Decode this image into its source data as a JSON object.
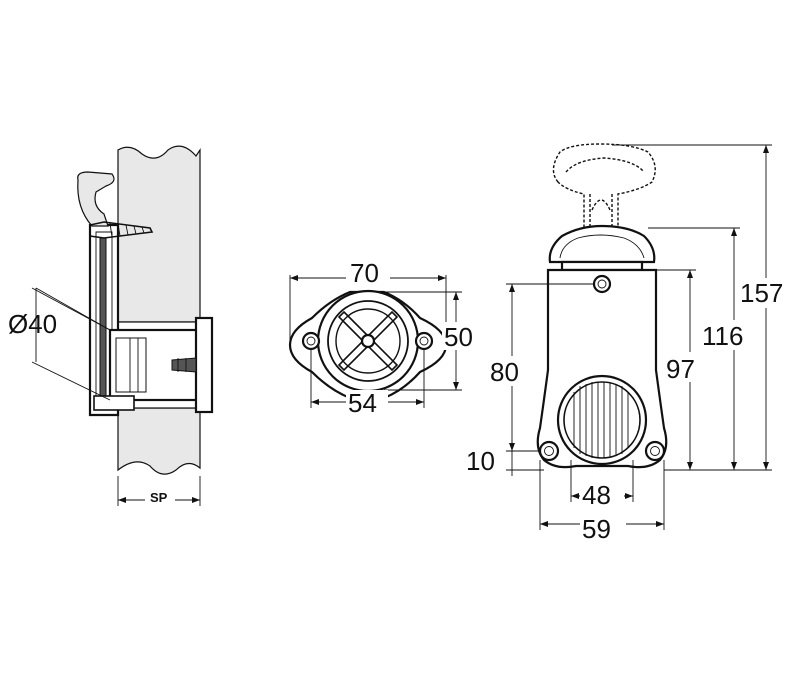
{
  "dimensions": {
    "side_diameter": "Ø40",
    "side_thickness": "SP",
    "flange_width": "70",
    "flange_height": "50",
    "flange_hole_spacing": "54",
    "front_total_height": "157",
    "front_height_to_handle": "116",
    "front_body_height": "97",
    "front_hole_height": "80",
    "front_hole_offset": "10",
    "front_hole_spacing": "48",
    "front_width": "59"
  },
  "colors": {
    "line": "#111111",
    "wall_fill": "#e8e8e8",
    "background": "#ffffff"
  }
}
